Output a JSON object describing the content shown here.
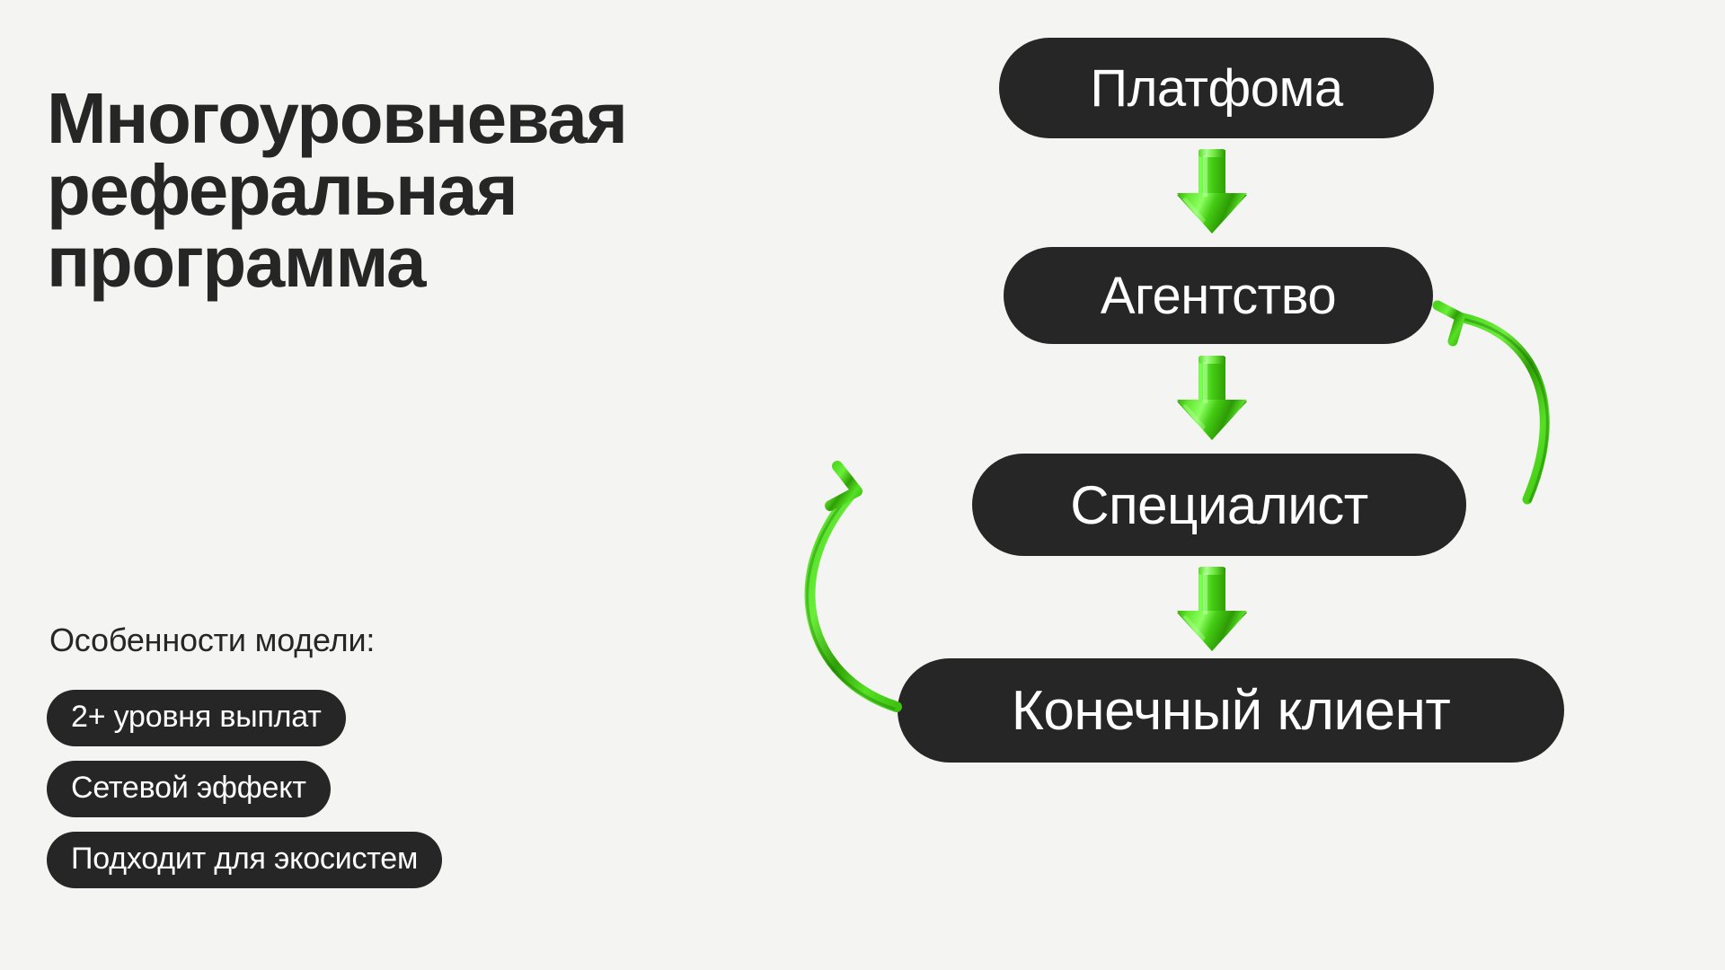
{
  "background_color": "#f4f4f3",
  "accent_color": "#3fc111",
  "node_color": "#262626",
  "text_color": "#262626",
  "hero": {
    "title_line1": "Многоуровневая",
    "title_line2": "реферальная",
    "title_line3": "программа"
  },
  "features": {
    "label": "Особенности модели:",
    "chips": [
      {
        "label": "2+ уровня выплат"
      },
      {
        "label": "Сетевой эффект"
      },
      {
        "label": "Подходит для экосистем"
      }
    ]
  },
  "flow": {
    "nodes": [
      {
        "id": "platform",
        "label": "Платфома"
      },
      {
        "id": "agency",
        "label": "Агентство"
      },
      {
        "id": "specialist",
        "label": "Специалист"
      },
      {
        "id": "client",
        "label": "Конечный клиент"
      }
    ],
    "arrows": [
      {
        "id": "platform-to-agency",
        "type": "down-arrow"
      },
      {
        "id": "agency-to-specialist",
        "type": "down-arrow"
      },
      {
        "id": "specialist-to-client",
        "type": "down-arrow"
      },
      {
        "id": "specialist-to-agency",
        "type": "curved-arrow-up-left"
      },
      {
        "id": "client-to-specialist",
        "type": "curved-arrow-up-right"
      }
    ]
  }
}
